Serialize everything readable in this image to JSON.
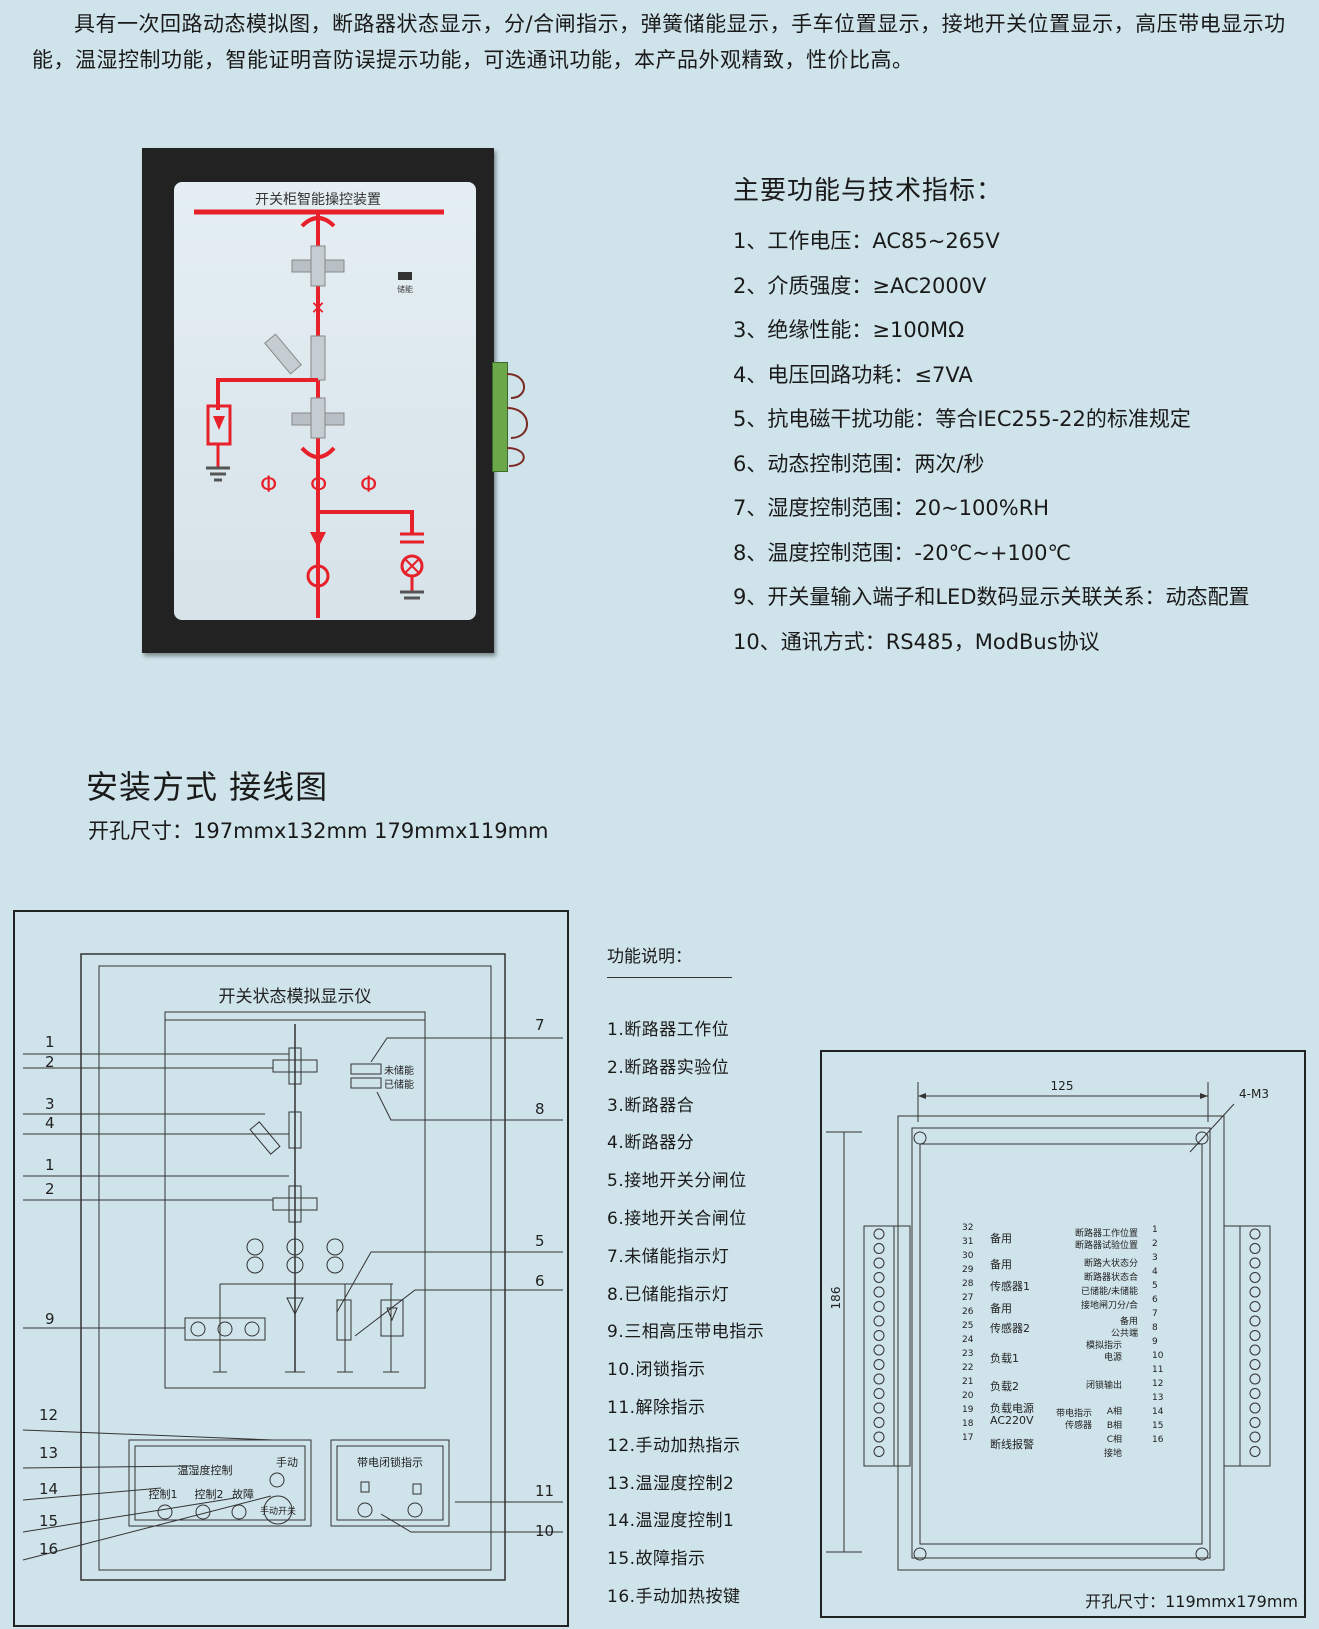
{
  "intro": "具有一次回路动态模拟图，断路器状态显示，分/合闸指示，弹簧储能显示，手车位置显示，接地开关位置显示，高压带电显示功能，温湿控制功能，智能证明音防误提示功能，可选通讯功能，本产品外观精致，性价比高。",
  "device": {
    "panel_title": "开关柜智能操控装置",
    "storage_label": "储能",
    "colors": {
      "line": "#e8202a",
      "frame": "#222222",
      "screen": "#dde8ee"
    }
  },
  "specs": {
    "title": "主要功能与技术指标：",
    "items": [
      "1、工作电压：AC85~265V",
      "2、介质强度：≥AC2000V",
      "3、绝缘性能：≥100MΩ",
      "4、电压回路功耗：≤7VA",
      "5、抗电磁干扰功能：等合IEC255-22的标准规定",
      "6、动态控制范围：两次/秒",
      "7、湿度控制范围：20~100%RH",
      "8、温度控制范围：-20℃~+100℃",
      "9、开关量输入端子和LED数码显示关联关系：动态配置",
      "10、通讯方式：RS485，ModBus协议"
    ]
  },
  "install": {
    "title": "安装方式 接线图",
    "cutout": "开孔尺寸：197mmx132mm    179mmx119mm"
  },
  "wiring": {
    "title": "开关状态模拟显示仪",
    "uncharged": "未储能",
    "charged": "已储能",
    "temp_ctrl": "温湿度控制",
    "ctrl1": "控制1",
    "ctrl2": "控制2",
    "fault": "故障",
    "manual": "手动",
    "manual_switch": "手动开关",
    "live_lock": "带电闭锁指示",
    "left_numbers": [
      "1",
      "2",
      "3",
      "4",
      "1",
      "2",
      "9",
      "12",
      "13",
      "14",
      "15",
      "16"
    ],
    "right_numbers": [
      "7",
      "8",
      "5",
      "6",
      "11",
      "10"
    ]
  },
  "functions": {
    "title": "功能说明：",
    "items": [
      "1.断路器工作位",
      "2.断路器实验位",
      "3.断路器合",
      "4.断路器分",
      "5.接地开关分闸位",
      "6.接地开关合闸位",
      "7.未储能指示灯",
      "8.已储能指示灯",
      "9.三相高压带电指示",
      "10.闭锁指示",
      "11.解除指示",
      "12.手动加热指示",
      "13.温湿度控制2",
      "14.温湿度控制1",
      "15.故障指示",
      "16.手动加热按键"
    ]
  },
  "terminal": {
    "dim_width": "125",
    "dim_height": "186",
    "screw": "4-M3",
    "cutout_note": "开孔尺寸：119mmx179mm",
    "left_nums": [
      "32",
      "31",
      "30",
      "29",
      "28",
      "27",
      "26",
      "25",
      "24",
      "23",
      "22",
      "21",
      "20",
      "19",
      "18",
      "17"
    ],
    "left_labels": [
      "备用",
      "备用",
      "传感器1",
      "备用",
      "传感器2",
      "负载1",
      "负载2",
      "负载电源",
      "AC220V",
      "断线报警"
    ],
    "right_nums": [
      "1",
      "2",
      "3",
      "4",
      "5",
      "6",
      "7",
      "8",
      "9",
      "10",
      "11",
      "12",
      "13",
      "14",
      "15",
      "16"
    ],
    "right_labels": [
      "断路器工作位置",
      "断路器试验位置",
      "断路大状态分",
      "断路器状态合",
      "已储能/未储能",
      "接地闸刀分/合",
      "备用",
      "公共端",
      "模拟指示",
      "电源",
      "闭锁输出",
      "带电指示",
      "传感器",
      "A相",
      "B相",
      "C相",
      "接地"
    ]
  }
}
